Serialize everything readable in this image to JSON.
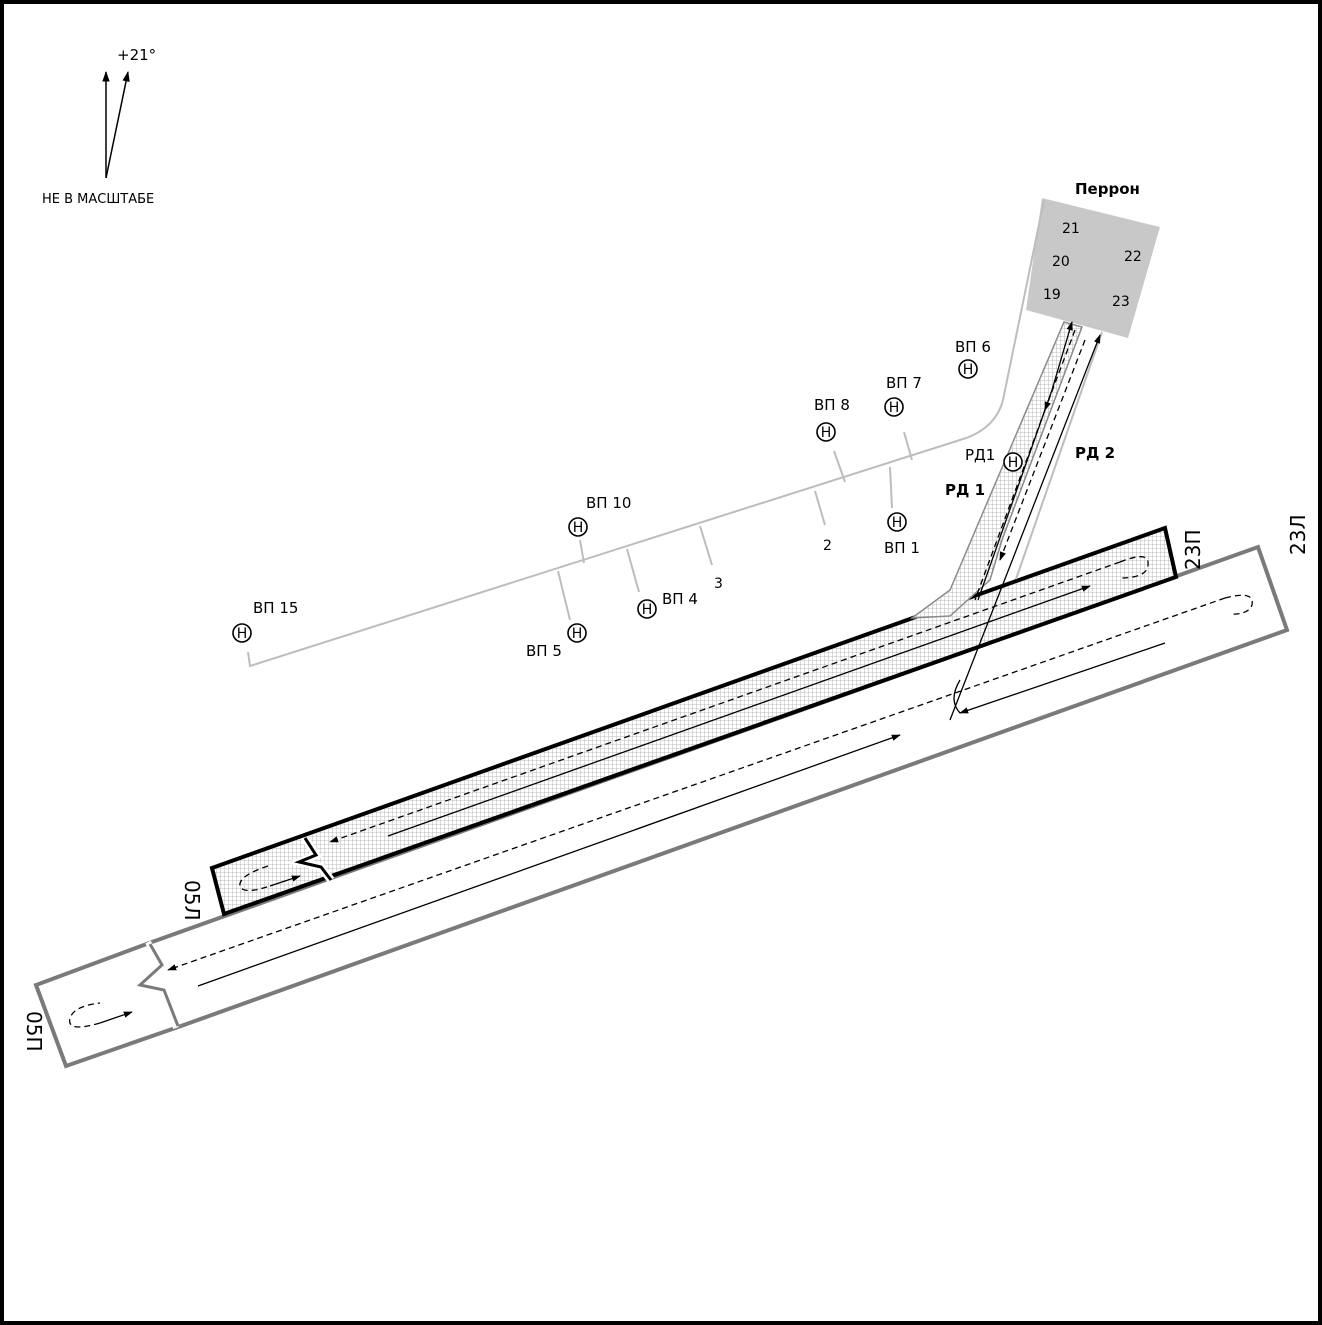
{
  "north": {
    "declination": "+21°",
    "scale_note": "НЕ В МАСШТАБЕ"
  },
  "apron": {
    "title": "Перрон",
    "stands": [
      "21",
      "20",
      "22",
      "19",
      "23"
    ]
  },
  "taxiways": {
    "rd1": "РД 1",
    "rd2": "РД 2",
    "rd1_holding": "РД1"
  },
  "holding_symbol": "Н",
  "holding_points": {
    "vp1": "ВП 1",
    "vp4": "ВП 4",
    "vp5": "ВП 5",
    "vp6": "ВП 6",
    "vp7": "ВП 7",
    "vp8": "ВП 8",
    "vp10": "ВП 10",
    "vp15": "ВП 15"
  },
  "stub_labels": {
    "s2": "2",
    "s3": "3"
  },
  "runways": {
    "left": {
      "end_a": "05Л",
      "end_b": "23П"
    },
    "right": {
      "end_a": "05П",
      "end_b": "23Л"
    }
  }
}
